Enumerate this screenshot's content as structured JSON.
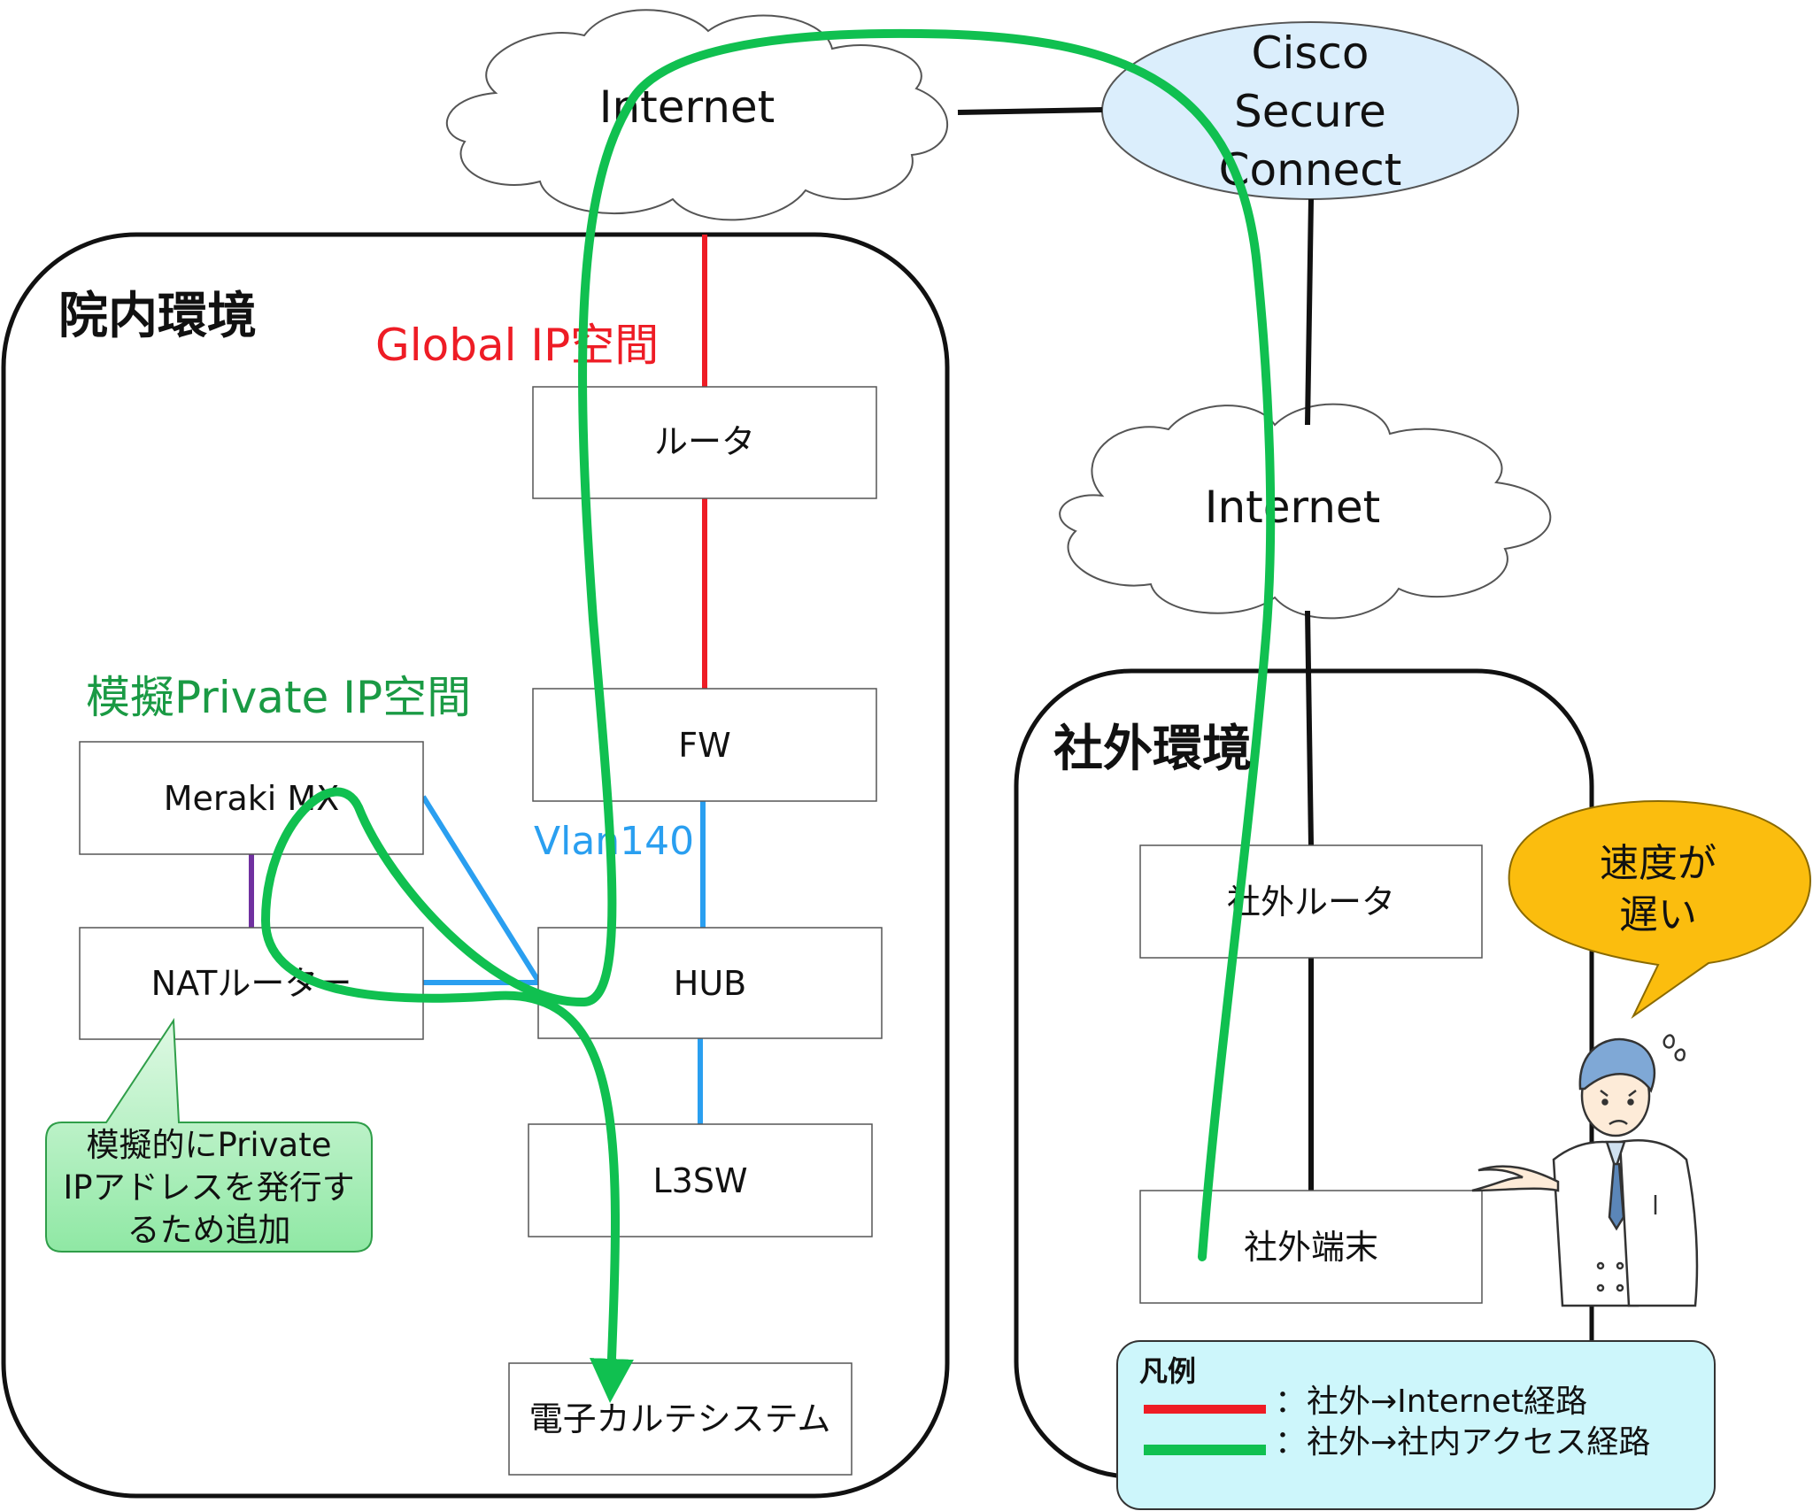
{
  "clouds": {
    "top": {
      "label": "Internet"
    },
    "right": {
      "label": "Internet"
    }
  },
  "csc": {
    "line1": "Cisco",
    "line2": "Secure",
    "line3": "Connect"
  },
  "in_hospital": {
    "title": "院内環境"
  },
  "outside": {
    "title": "社外環境"
  },
  "labels": {
    "global_ip": "Global IP空間",
    "private_ip": "模擬Private IP空間",
    "vlan": "Vlan140"
  },
  "boxes": {
    "router": "ルータ",
    "fw": "FW",
    "meraki": "Meraki MX",
    "nat": "NATルーター",
    "hub": "HUB",
    "l3sw": "L3SW",
    "emr": "電子カルテシステム",
    "ext_router": "社外ルータ",
    "ext_terminal": "社外端末"
  },
  "callout_note": {
    "line1": "模擬的にPrivate",
    "line2": "IPアドレスを発行す",
    "line3": "るため追加"
  },
  "speech": {
    "line1": "速度が",
    "line2": "遅い"
  },
  "legend": {
    "title": "凡例",
    "items": [
      {
        "label": "：社外→Internet経路",
        "color": "#ee1c25"
      },
      {
        "label": "：社外→社内アクセス経路",
        "color": "#10c050"
      }
    ]
  },
  "colors": {
    "red": "#ee1c25",
    "green": "#10c050",
    "green_text": "#1a9a44",
    "blue": "#2a9ff0",
    "purple": "#7030a0",
    "csc_fill": "#dbeefc",
    "legend_fill": "#cdf6fb",
    "speech_fill": "#fbbd0e",
    "note_fill": "#a8eeb6"
  }
}
